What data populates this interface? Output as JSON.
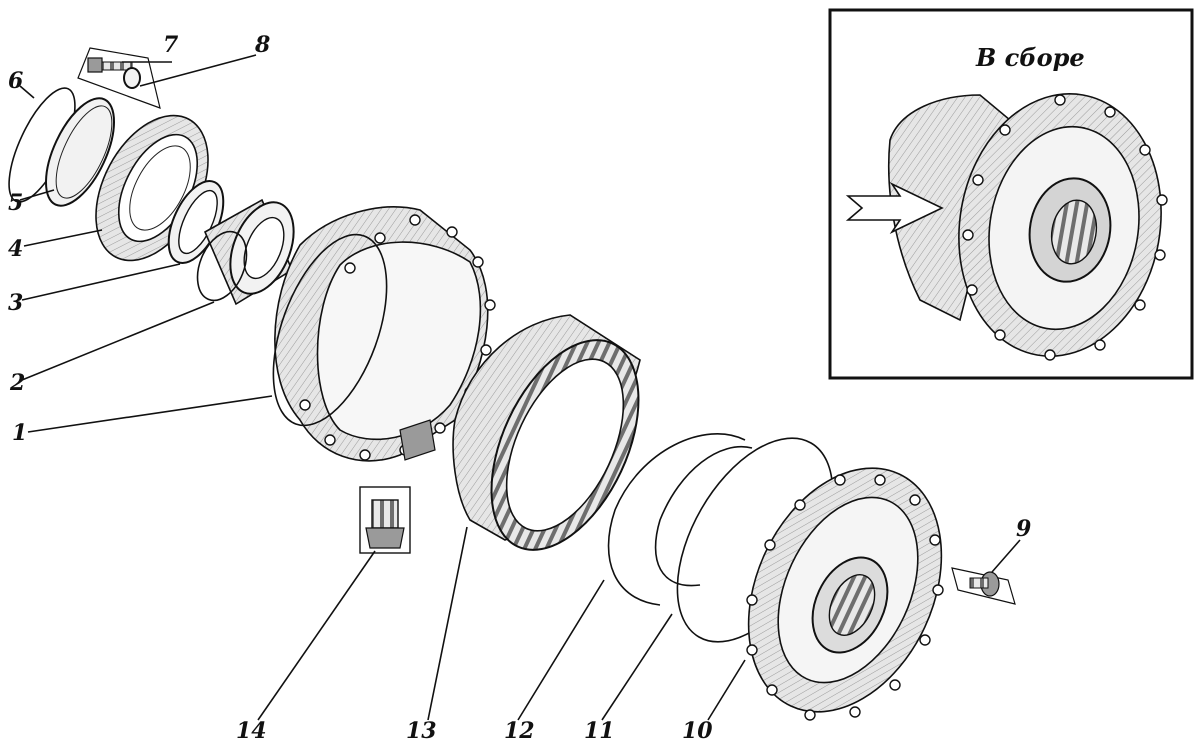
{
  "inset": {
    "title": "В сборе"
  },
  "callouts": [
    {
      "id": "1",
      "label": "1"
    },
    {
      "id": "2",
      "label": "2"
    },
    {
      "id": "3",
      "label": "3"
    },
    {
      "id": "4",
      "label": "4"
    },
    {
      "id": "5",
      "label": "5"
    },
    {
      "id": "6",
      "label": "6"
    },
    {
      "id": "7",
      "label": "7"
    },
    {
      "id": "8",
      "label": "8"
    },
    {
      "id": "9",
      "label": "9"
    },
    {
      "id": "10",
      "label": "10"
    },
    {
      "id": "11",
      "label": "11"
    },
    {
      "id": "12",
      "label": "12"
    },
    {
      "id": "13",
      "label": "13"
    },
    {
      "id": "14",
      "label": "14"
    }
  ],
  "icons": {
    "arrow": "assembly-pointer-arrow"
  }
}
